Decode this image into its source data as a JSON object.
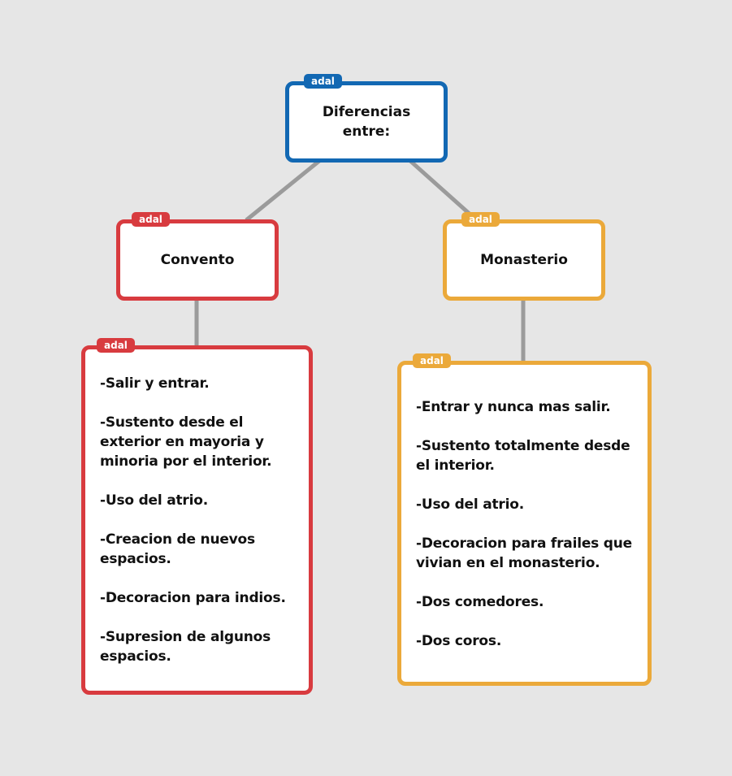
{
  "colors": {
    "background": "#e6e6e6",
    "root": "#1268b3",
    "convento": "#d83b3f",
    "monasterio": "#eba93a",
    "connector": "#9b9b9b"
  },
  "nodes": {
    "root": {
      "tag": "adal",
      "title": "Diferencias\nentre:"
    },
    "convento": {
      "tag": "adal",
      "title": "Convento"
    },
    "monasterio": {
      "tag": "adal",
      "title": "Monasterio"
    },
    "convento_list": {
      "tag": "adal",
      "items": [
        "-Salir y entrar.",
        "-Sustento desde el exterior en mayoria y minoria por el interior.",
        "-Uso del atrio.",
        "-Creacion de nuevos espacios.",
        "-Decoracion para indios.",
        "-Supresion de algunos espacios."
      ]
    },
    "monasterio_list": {
      "tag": "adal",
      "items": [
        "-Entrar y nunca mas salir.",
        "-Sustento totalmente desde el interior.",
        "-Uso del atrio.",
        "-Decoracion para frailes que vivian en el monasterio.",
        "-Dos comedores.",
        "-Dos coros."
      ]
    }
  }
}
